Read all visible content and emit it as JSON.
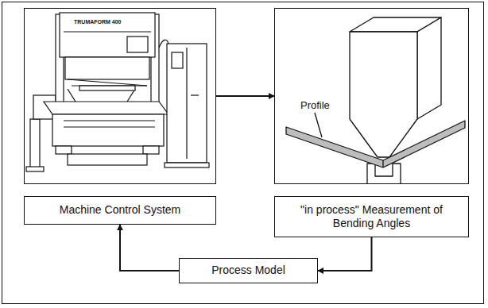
{
  "diagram": {
    "nodes": [
      {
        "text": [
          "TRUMAFORM 400"
        ]
      },
      {
        "text": [
          "Profile"
        ]
      },
      {
        "text": [
          "Machine Control System"
        ]
      },
      {
        "text": [
          "\"in process\" Measurement of Bending Angles"
        ]
      },
      {
        "text": [
          "Process Model"
        ]
      }
    ],
    "edges": [
      {
        "from": 0,
        "to": 1,
        "arrow": "to"
      },
      {
        "from": 3,
        "to": 4,
        "arrow": "to"
      },
      {
        "from": 4,
        "to": 2,
        "arrow": "to"
      }
    ]
  }
}
